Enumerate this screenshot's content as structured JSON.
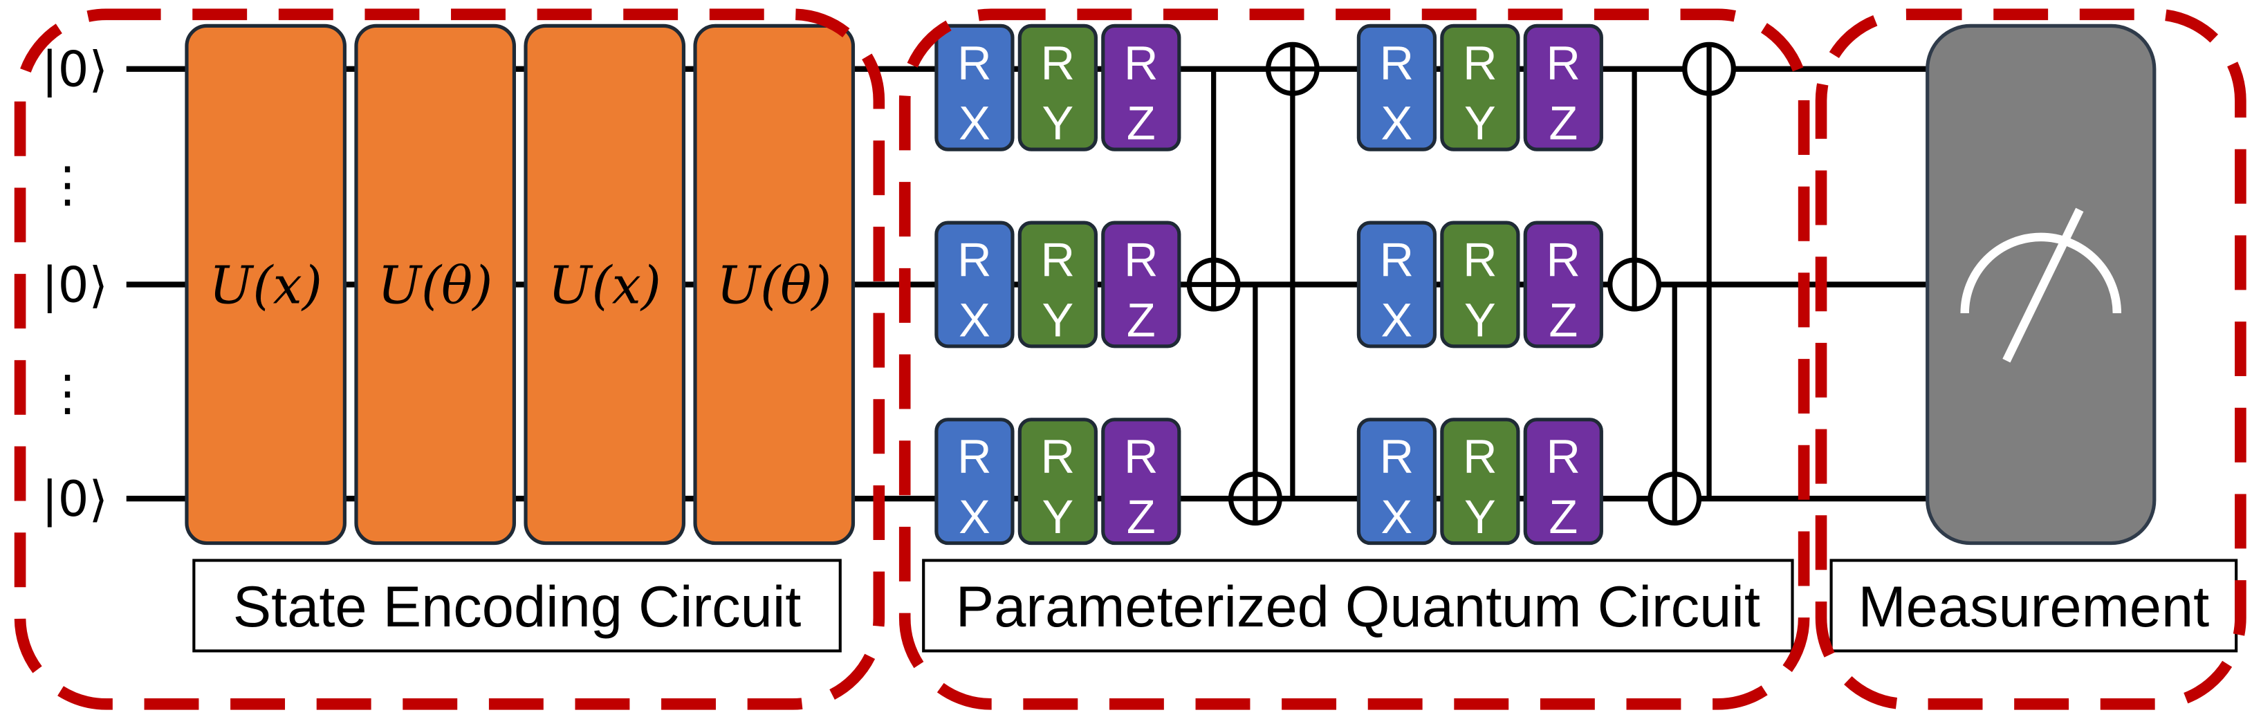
{
  "qubits": [
    "|0⟩",
    "|0⟩",
    "|0⟩"
  ],
  "ellipsis": "⋮",
  "state_encoding": {
    "title": "State Encoding Circuit",
    "blocks": [
      "U(x)",
      "U(θ)",
      "U(x)",
      "U(θ)"
    ]
  },
  "pqc": {
    "title": "Parameterized Quantum Circuit",
    "gates": {
      "rx": {
        "line1": "R",
        "line2": "X"
      },
      "ry": {
        "line1": "R",
        "line2": "Y"
      },
      "rz": {
        "line1": "R",
        "line2": "Z"
      }
    }
  },
  "measurement": {
    "title": "Measurement",
    "icon": "meter-icon"
  },
  "colors": {
    "encoding_block": "#ED7D31",
    "rx": "#4472C4",
    "ry": "#548235",
    "rz": "#7030A0",
    "measurement_block": "#7F7F7F",
    "region_border": "#C00000"
  }
}
